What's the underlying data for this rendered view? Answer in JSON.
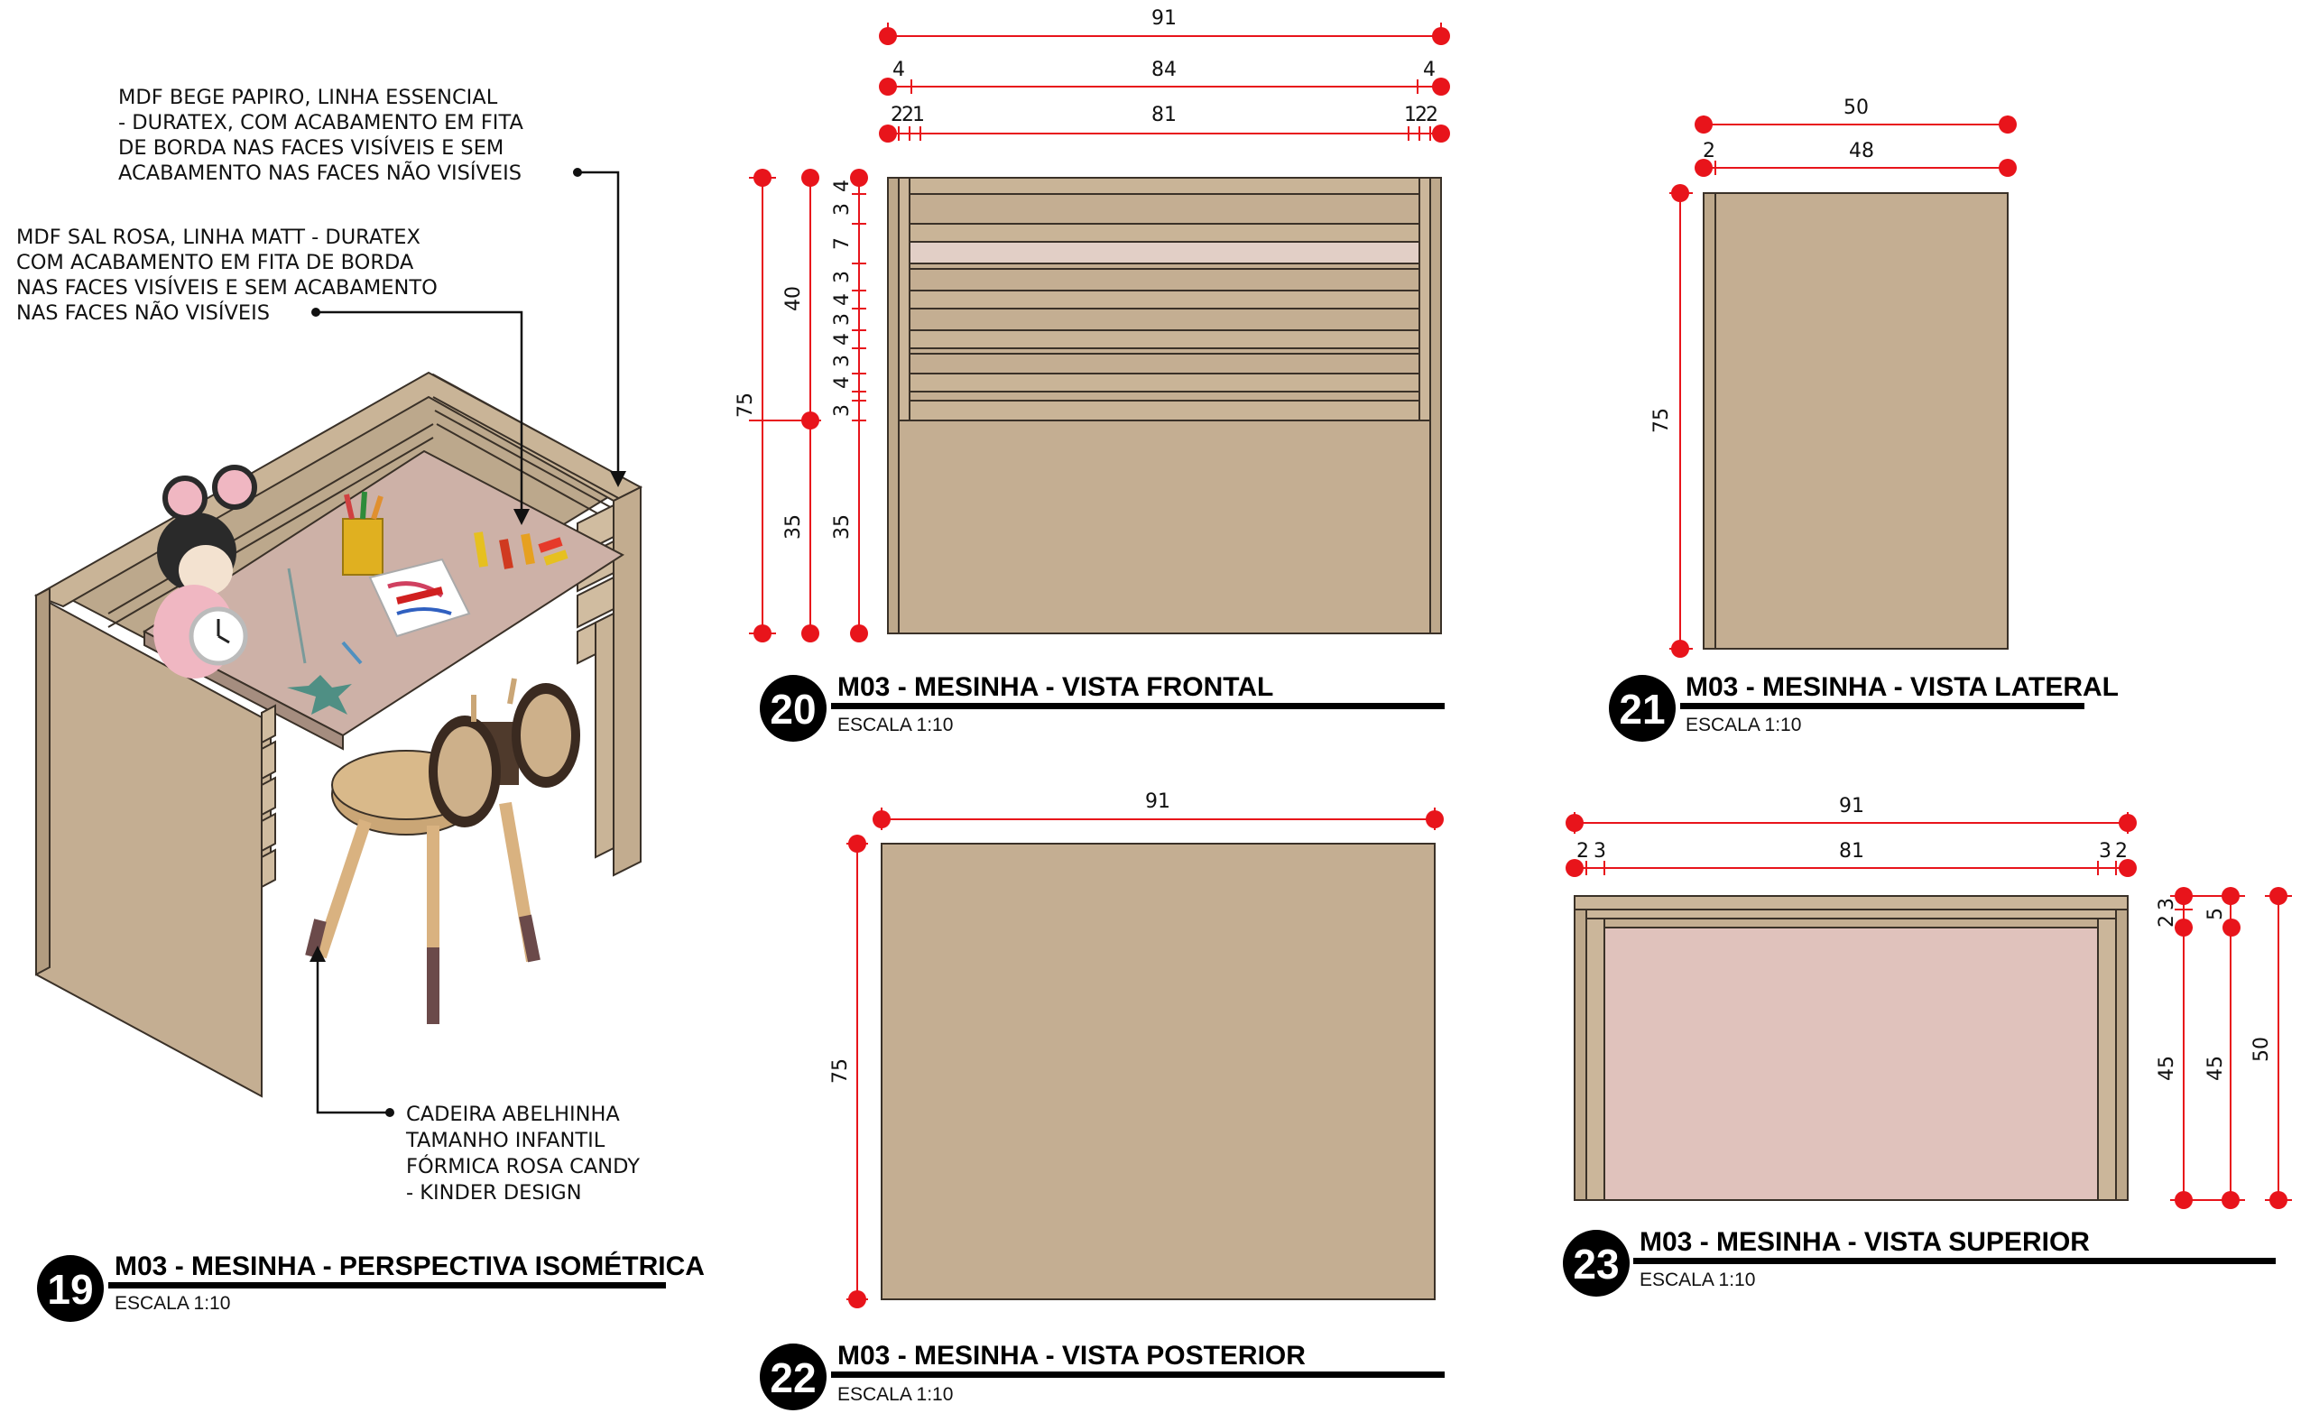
{
  "colors": {
    "mdf_bege": "#c4ae92",
    "mdf_rosa": "#e0c2bc",
    "line": "#3a3128",
    "dimension": "#e8141b",
    "badge": "#000000"
  },
  "notes": {
    "bege": [
      "MDF BEGE PAPIRO, LINHA ESSENCIAL",
      "- DURATEX, COM ACABAMENTO EM FITA",
      "DE BORDA NAS FACES VISÍVEIS E SEM",
      "ACABAMENTO NAS FACES NÃO VISÍVEIS"
    ],
    "rosa": [
      "MDF SAL ROSA, LINHA MATT - DURATEX",
      "COM ACABAMENTO EM FITA DE BORDA",
      "NAS FACES VISÍVEIS E SEM ACABAMENTO",
      "NAS FACES NÃO VISÍVEIS"
    ],
    "cadeira": [
      "CADEIRA ABELHINHA",
      "TAMANHO INFANTIL",
      "FÓRMICA ROSA CANDY",
      "- KINDER DESIGN"
    ]
  },
  "titles": {
    "t19": {
      "num": "19",
      "title": "M03 - MESINHA - PERSPECTIVA ISOMÉTRICA",
      "scale": "ESCALA 1:10"
    },
    "t20": {
      "num": "20",
      "title": "M03 - MESINHA - VISTA FRONTAL",
      "scale": "ESCALA 1:10"
    },
    "t21": {
      "num": "21",
      "title": "M03 - MESINHA - VISTA LATERAL",
      "scale": "ESCALA 1:10"
    },
    "t22": {
      "num": "22",
      "title": "M03 - MESINHA - VISTA POSTERIOR",
      "scale": "ESCALA 1:10"
    },
    "t23": {
      "num": "23",
      "title": "M03 - MESINHA - VISTA SUPERIOR",
      "scale": "ESCALA 1:10"
    }
  },
  "dims": {
    "front": {
      "w91": "91",
      "w84": "84",
      "w4a": "4",
      "w4b": "4",
      "w81": "81",
      "w2a": "2",
      "w2b": "2",
      "w1a": "1",
      "w1b": "1",
      "h75": "75",
      "h40": "40",
      "h35a": "35",
      "h35b": "35",
      "stack": [
        "4",
        "3",
        "7",
        "3",
        "4",
        "3",
        "4",
        "3",
        "4",
        "3"
      ]
    },
    "side": {
      "w50": "50",
      "w48": "48",
      "w2": "2",
      "h75": "75"
    },
    "back": {
      "w91": "91",
      "h75": "75"
    },
    "top": {
      "w91": "91",
      "w81": "81",
      "w2a": "2",
      "w3a": "3",
      "w3b": "3",
      "w2b": "2",
      "h3": "3",
      "h2": "2",
      "h5": "5",
      "h45a": "45",
      "h45b": "45",
      "h50": "50"
    }
  }
}
